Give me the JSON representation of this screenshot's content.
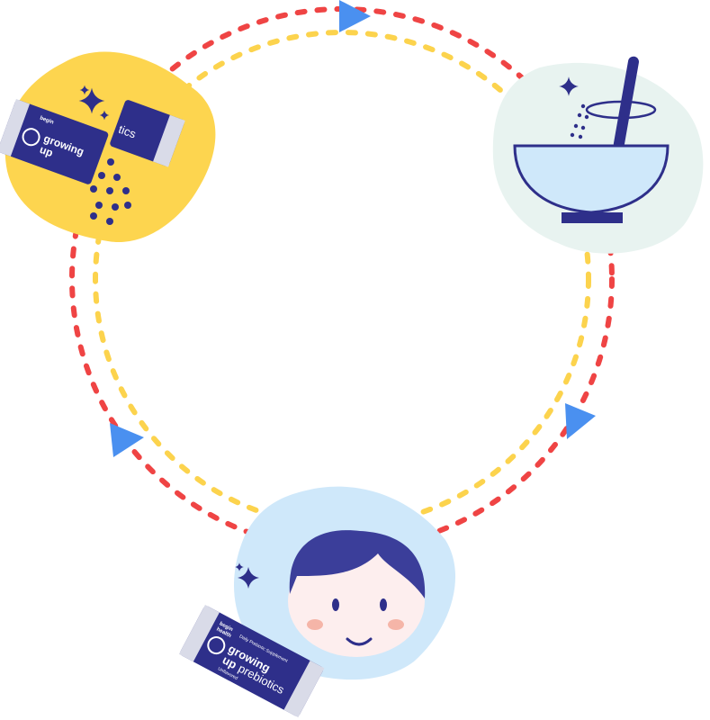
{
  "colors": {
    "outer_ring": "#ef4444",
    "inner_ring": "#fcd34d",
    "arrow": "#4a90f0",
    "navy": "#2e2f8a",
    "yellow_blob": "#fdd54f",
    "mint_blob": "#e8f3f0",
    "blue_blob": "#cfe8fa"
  },
  "sachet": {
    "brand_line1": "begin",
    "brand_line2": "health",
    "tagline": "Daily Prebiotic Supplement",
    "name_line1": "growing",
    "name_line2_a": "up",
    "name_line2_b": "prebiotics",
    "flavor": "Unflavored",
    "torn_piece_text": "tics"
  },
  "steps": [
    {
      "name": "tear-open-sachet"
    },
    {
      "name": "mix-into-food"
    },
    {
      "name": "child-eats"
    }
  ]
}
